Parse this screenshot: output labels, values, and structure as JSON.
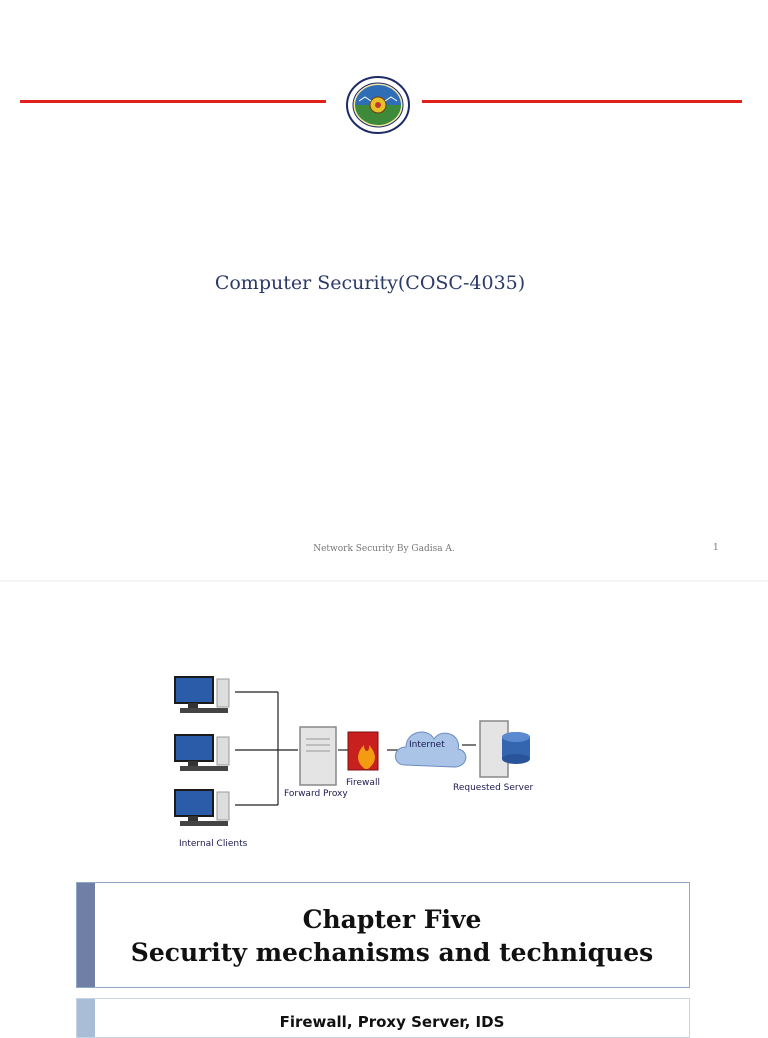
{
  "slide1": {
    "course_title": "Computer Security(COSC-4035)",
    "footer": "Network Security By Gadisa A.",
    "page_number": "1",
    "accent_color": "#e0201b",
    "logo_icon": "university-seal-icon"
  },
  "diagram": {
    "labels": {
      "internal_clients": "Internal Clients",
      "forward_proxy": "Forward Proxy",
      "firewall": "Firewall",
      "internet": "Internet",
      "requested_server": "Requested Server"
    }
  },
  "slide2": {
    "chapter_line1": "Chapter Five",
    "chapter_line2": "Security mechanisms and techniques",
    "subtitle": "Firewall, Proxy Server, IDS"
  }
}
